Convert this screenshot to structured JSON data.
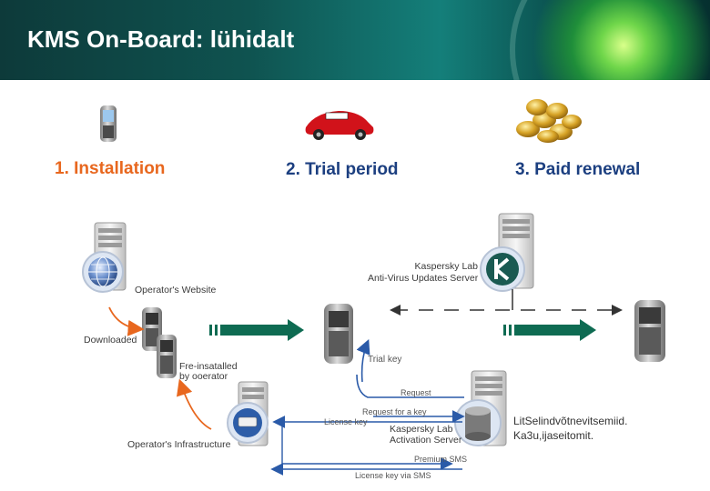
{
  "header": {
    "title": "KMS On-Board: lühidalt"
  },
  "steps": {
    "installation": "1. Installation",
    "trial": "2. Trial period",
    "paid": "3. Paid renewal"
  },
  "labels": {
    "operators_website": "Operator's Website",
    "downloaded": "Downloaded",
    "preinstalled_line1": "Fre-insatalled",
    "preinstalled_line2": "by ooerator",
    "operators_infrastructure": "Operator's Infrastructure",
    "updates_server_line1": "Kaspersky Lab",
    "updates_server_line2": "Anti-Virus Updates Server",
    "activation_server_line1": "Kaspersky Lab",
    "activation_server_line2": "Activation Server",
    "trial_key": "Trial key",
    "request": "Request",
    "request_for_key": "Request for a key",
    "license_key": "License key",
    "premium_sms": "Premium SMS",
    "license_key_via_sms": "License key via SMS"
  },
  "note": {
    "line1": "LitSelindvõtnevitsemiid.",
    "line2": "Ka3u,ijaseitomit."
  },
  "colors": {
    "green": "#0e6b52",
    "orange": "#e8671e",
    "navy": "#1c3f80"
  }
}
